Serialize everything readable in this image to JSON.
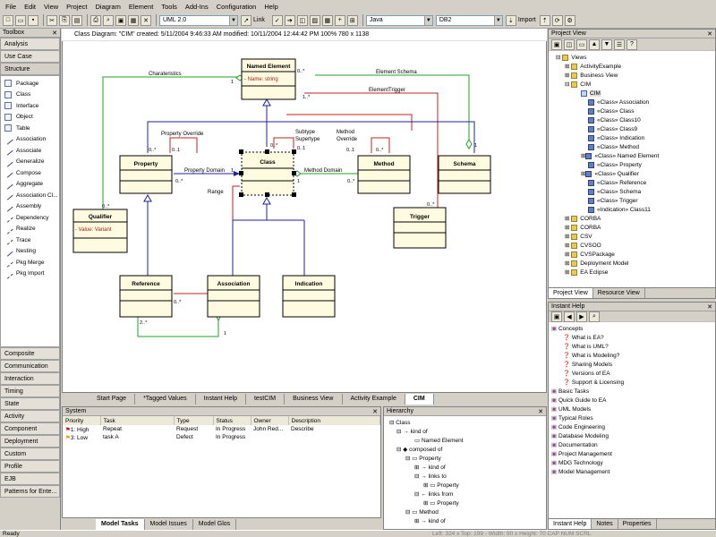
{
  "menu": [
    "File",
    "Edit",
    "View",
    "Project",
    "Diagram",
    "Element",
    "Tools",
    "Add-Ins",
    "Configuration",
    "Help"
  ],
  "toolbar": {
    "uml_combo": "UML 2.0",
    "link_label": "Link",
    "lang_combo": "Java",
    "db_combo": "DB2",
    "import_label": "Import"
  },
  "toolbox": {
    "title": "Toolbox",
    "top_categories": [
      "Analysis",
      "Use Case",
      "Structure"
    ],
    "items": [
      "Package",
      "Class",
      "Interface",
      "Object",
      "Table",
      "Association",
      "Associate",
      "Generalize",
      "Compose",
      "Aggregate",
      "Association Cl...",
      "Assembly",
      "Dependency",
      "Realize",
      "Trace",
      "Nesting",
      "Pkg Merge",
      "Pkg Import"
    ],
    "bottom_categories": [
      "Composite",
      "Communication",
      "Interaction",
      "Timing",
      "State",
      "Activity",
      "Component",
      "Deployment",
      "Custom",
      "Profile",
      "EJB",
      "Patterns for Ente..."
    ]
  },
  "diagram": {
    "header": "Class Diagram: \"CIM\"   created: 5/11/2004 9:46:33 AM  modified: 10/11/2004 12:44:42 PM   100%   780 x 1138",
    "classes": {
      "named_element": "Named Element",
      "named_attr": "-   Name:  string",
      "property": "Property",
      "class": "Class",
      "method": "Method",
      "schema": "Schema",
      "qualifier": "Qualifier",
      "qualifier_attr": "-   Value:  Variant",
      "trigger": "Trigger",
      "reference": "Reference",
      "association": "Association",
      "indication": "Indication"
    },
    "labels": {
      "characteristics": "Charateristics",
      "element_schema": "Element Schema",
      "element_trigger": "ElementTrigger",
      "property_override": "Property Override",
      "subtype": "Subtype",
      "supertype": "Supertype",
      "method_override": "Method",
      "method_override2": "Override",
      "property_domain": "Property Domain",
      "method_domain": "Method Domain",
      "range": "Range",
      "m_0": "0..*",
      "m_1": "1",
      "m_01": "0..1",
      "m_1star": "1..*",
      "m_2star": "2..*",
      "m_star": "*"
    },
    "tabs": [
      "Start Page",
      "*Tagged Values",
      "Instant Help",
      "testCIM",
      "Business View",
      "Activity Example",
      "CIM"
    ],
    "active_tab": "CIM"
  },
  "system": {
    "title": "System",
    "columns": [
      "Priority",
      "Task",
      "Type",
      "Status",
      "Owner",
      "Description"
    ],
    "rows": [
      {
        "priority": "1: High",
        "task": "Repeat",
        "type": "Request",
        "status": "In Progress",
        "owner": "John Red...",
        "description": "Describe"
      },
      {
        "priority": "3: Low",
        "task": "task A",
        "type": "Defect",
        "status": "In Progress",
        "owner": "",
        "description": ""
      }
    ],
    "tabs": [
      "Model Tasks",
      "Model Issues",
      "Model Glos"
    ]
  },
  "hierarchy": {
    "title": "Hierarchy",
    "rows": [
      "Class",
      "kind of",
      "Named Element",
      "composed of",
      "Property",
      "kind of",
      "links to",
      "Property",
      "links from",
      "Property",
      "Method",
      "kind of"
    ]
  },
  "project_view": {
    "title": "Project View",
    "rows": [
      "Views",
      "ActivityExample",
      "Business View",
      "CIM",
      "CIM",
      "«Class» Association",
      "«Class» Class",
      "«Class» Class10",
      "«Class» Class9",
      "«Class» Indication",
      "«Class» Method",
      "«Class» Named Element",
      "«Class» Property",
      "«Class» Qualifier",
      "«Class» Reference",
      "«Class» Schema",
      "«Class» Trigger",
      "«Indication» Class11",
      "CORBA",
      "CORBA",
      "CSV",
      "CVSOO",
      "CVSPackage",
      "Deployment Model",
      "EA Eclipse"
    ],
    "tabs": [
      "Project View",
      "Resource View"
    ]
  },
  "instant_help": {
    "title": "Instant Help",
    "rows": [
      "Concepts",
      "What is EA?",
      "What is UML?",
      "What is Modeling?",
      "Sharing Models",
      "Versions of EA",
      "Support & Licensing",
      "Basic Tasks",
      "Quick Guide to EA",
      "UML Models",
      "Typical Roles",
      "Code Engineering",
      "Database Modeling",
      "Documentation",
      "Project Management",
      "MDG Technology",
      "Model Management"
    ],
    "tabs": [
      "Instant Help",
      "Notes",
      "Properties"
    ]
  },
  "status": {
    "left": "Ready",
    "right": "Left: 324 x Top: 199 - Width: 90 x Height: 70    CAP  NUM  SCRL"
  },
  "colors": {
    "class_fill": "#fffbe0",
    "blue_link": "#2020a0",
    "red_link": "#c02020",
    "green_link": "#20a020"
  }
}
